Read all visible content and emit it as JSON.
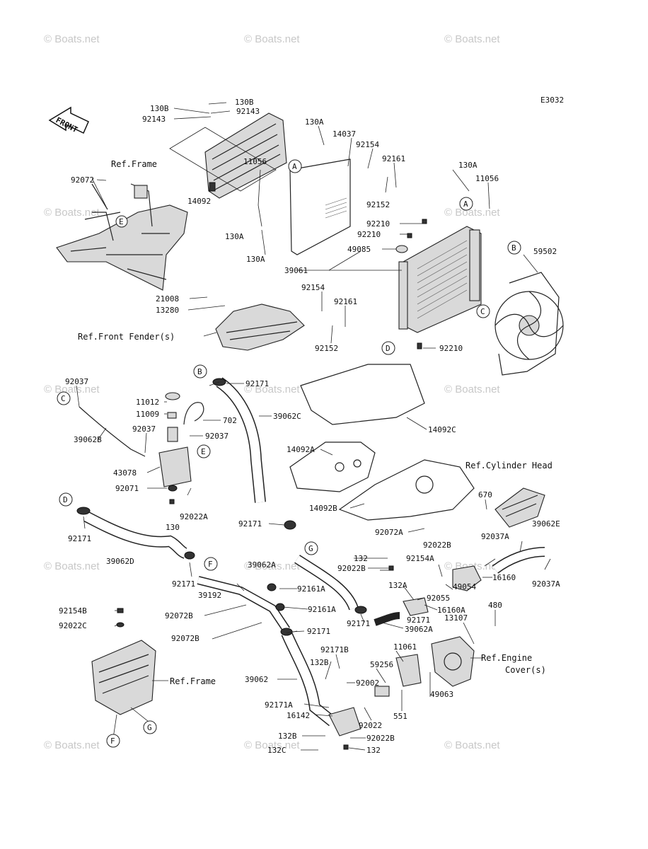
{
  "diagram_code": "E3032",
  "front_label": "FRONT",
  "watermark": "© Boats.net",
  "refs": {
    "frame_top": "Ref.Frame",
    "front_fender": "Ref.Front Fender(s)",
    "cylinder_head": "Ref.Cylinder Head",
    "engine_cover_1": "Ref.Engine",
    "engine_cover_2": "Cover(s)",
    "frame_bottom": "Ref.Frame"
  },
  "markers": [
    "A",
    "A",
    "B",
    "B",
    "C",
    "C",
    "D",
    "D",
    "E",
    "E",
    "F",
    "F",
    "G",
    "G"
  ],
  "parts": {
    "p130B_a": "130B",
    "p130B_b": "130B",
    "p92143_a": "92143",
    "p92143_b": "92143",
    "p130A_a": "130A",
    "p14037": "14037",
    "p92154_a": "92154",
    "p92161_a": "92161",
    "p130A_b": "130A",
    "p11056_a": "11056",
    "p11056_b": "11056",
    "p92072_a": "92072",
    "p14092": "14092",
    "p130A_c": "130A",
    "p130A_d": "130A",
    "p92152_a": "92152",
    "p92210_a": "92210",
    "p92210_b": "92210",
    "p49085": "49085",
    "p39061": "39061",
    "p59502": "59502",
    "p92154_b": "92154",
    "p92161_b": "92161",
    "p92152_b": "92152",
    "p92210_c": "92210",
    "p21008": "21008",
    "p13280": "13280",
    "p92037_a": "92037",
    "p92171_a": "92171",
    "p11012": "11012",
    "p11009": "11009",
    "p702": "702",
    "p39062C": "39062C",
    "p92037_b": "92037",
    "p92037_c": "92037",
    "p39062B": "39062B",
    "p14092C": "14092C",
    "p43078": "43078",
    "p14092A": "14092A",
    "p92071": "92071",
    "p92022A": "92022A",
    "p130": "130",
    "p14092B": "14092B",
    "p670": "670",
    "p39062E": "39062E",
    "p92171_b": "92171",
    "p92171_c": "92171",
    "p92072A": "92072A",
    "p92037A_a": "92037A",
    "p39062D": "39062D",
    "p132_a": "132",
    "p92022B_a": "92022B",
    "p92154A": "92154A",
    "p16160": "16160",
    "p92037A_b": "92037A",
    "p39062X": "39062A",
    "p92022B_b": "92022B",
    "p92171_d": "92171",
    "p39192": "39192",
    "p92161A_a": "92161A",
    "p132A": "132A",
    "p49054": "49054",
    "p92055": "92055",
    "p16160A": "16160A",
    "p92154B": "92154B",
    "p92072B_a": "92072B",
    "p92161A_b": "92161A",
    "p92171_e": "92171",
    "p92022C": "92022C",
    "p92171_f": "92171",
    "p39062A": "39062A",
    "p480": "480",
    "p92072B_b": "92072B",
    "p92171_g": "92171",
    "p13107": "13107",
    "p92171B": "92171B",
    "p11061": "11061",
    "p132B_a": "132B",
    "p59256": "59256",
    "p39062": "39062",
    "p92002": "92002",
    "p49063": "49063",
    "p92171A": "92171A",
    "p16142": "16142",
    "p92022_a": "92022",
    "p551": "551",
    "p132B_b": "132B",
    "p92022B_c": "92022B",
    "p132C": "132C",
    "p132_b": "132"
  }
}
